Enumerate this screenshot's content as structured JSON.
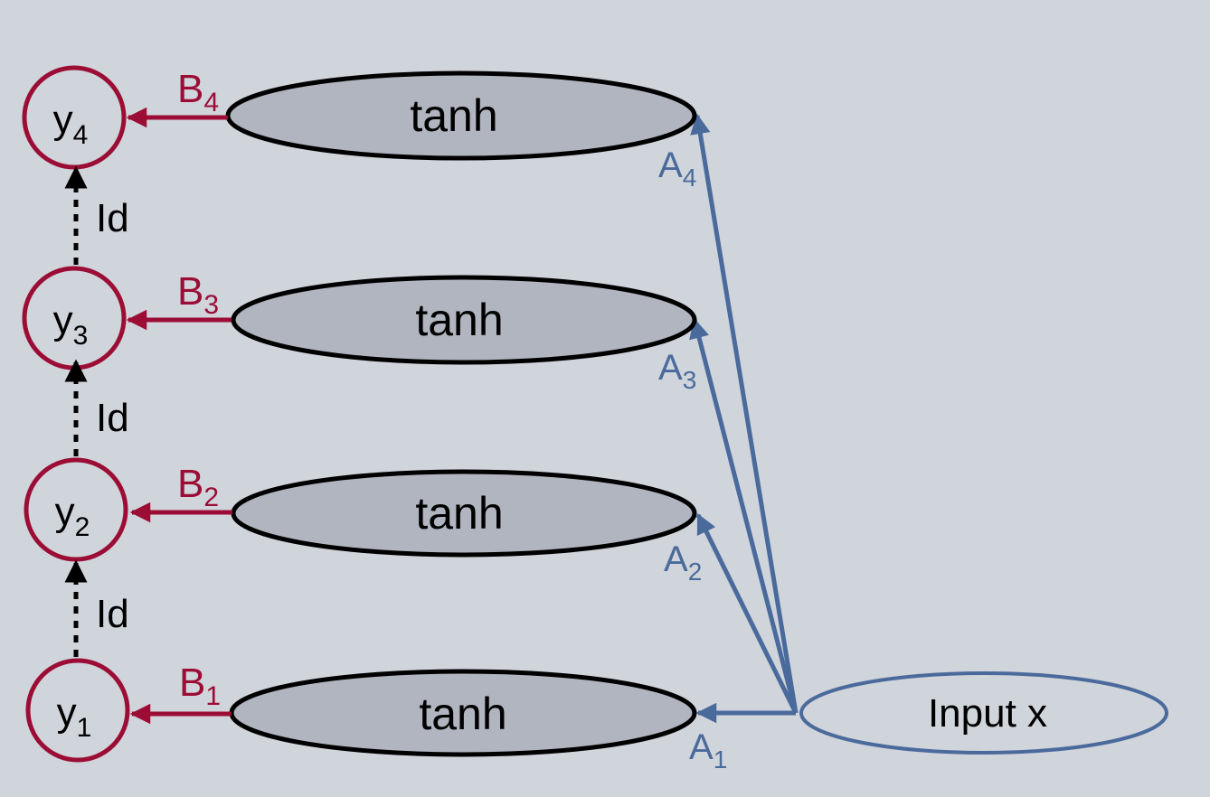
{
  "colors": {
    "background": "#d0d4db",
    "node_fill": "#b0b5bf",
    "output": "#9b0d35",
    "input": "#4a6a9c",
    "identity": "#000000"
  },
  "input_label": "Input x",
  "hidden_label": "tanh",
  "identity_label": "Id",
  "outputs": [
    {
      "letter": "y",
      "sub": "1"
    },
    {
      "letter": "y",
      "sub": "2"
    },
    {
      "letter": "y",
      "sub": "3"
    },
    {
      "letter": "y",
      "sub": "4"
    }
  ],
  "weights_in": [
    {
      "letter": "A",
      "sub": "1"
    },
    {
      "letter": "A",
      "sub": "2"
    },
    {
      "letter": "A",
      "sub": "3"
    },
    {
      "letter": "A",
      "sub": "4"
    }
  ],
  "weights_out": [
    {
      "letter": "B",
      "sub": "1"
    },
    {
      "letter": "B",
      "sub": "2"
    },
    {
      "letter": "B",
      "sub": "3"
    },
    {
      "letter": "B",
      "sub": "4"
    }
  ]
}
